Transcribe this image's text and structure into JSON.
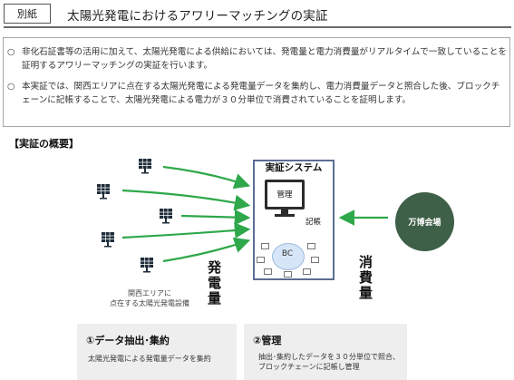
{
  "header": {
    "tag": "別紙",
    "title": "太陽光発電におけるアワリーマッチングの実証"
  },
  "intro": {
    "paragraphs": [
      {
        "marker": "○",
        "text": "非化石証書等の活用に加えて、太陽光発電による供給においては、発電量と電力消費量がリアルタイムで一致していることを証明するアワリーマッチングの実証を行います。"
      },
      {
        "marker": "○",
        "text": "本実証では、関西エリアに点在する太陽光発電による発電量データを集約し、電力消費量データと照合した後、ブロックチェーンに記帳することで、太陽光発電による電力が３０分単位で消費されていることを証明します。"
      }
    ]
  },
  "section_title": "【実証の概要】",
  "diagram": {
    "system_title": "実証システム",
    "monitor_label": "管理",
    "record_label": "記帳",
    "bc_label": "BC",
    "site_caption_line1": "関西エリアに",
    "site_caption_line2": "点在する太陽光発電設備",
    "generation_label": "発電量",
    "consumption_label": "消費量",
    "expo_label": "万博会場",
    "colors": {
      "frame": "#5b6e93",
      "arrow": "#2ea84a",
      "expo": "#3e5f48",
      "bc": "#d6e6f8",
      "panel": "#1f2c3a"
    },
    "icons": [
      "solar-panel-icon",
      "monitor-icon",
      "blockchain-node-icon",
      "arrow-right-icon",
      "arrow-left-icon"
    ]
  },
  "cards": [
    {
      "title": "①データ抽出･集約",
      "line1": "太陽光発電による発電量データを集約",
      "line2": ""
    },
    {
      "title": "②管理",
      "line1": "抽出･集約したデータを３０分単位で照合、",
      "line2": "ブロックチェーンに記帳し管理"
    }
  ]
}
